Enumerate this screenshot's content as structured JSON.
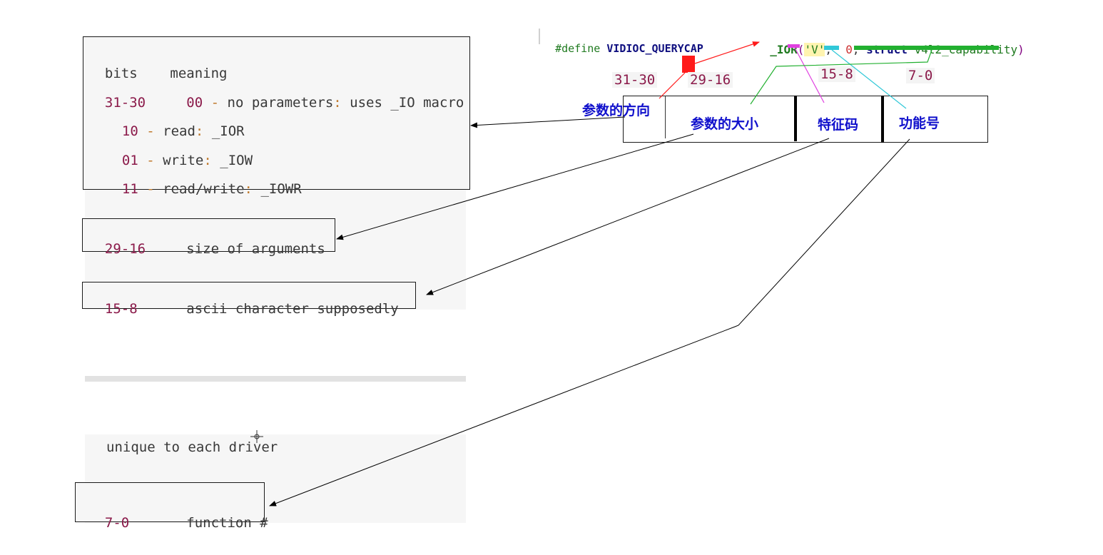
{
  "table": {
    "header_bits": "bits",
    "header_meaning": "meaning",
    "dir_bits": "31-30",
    "dir_rows": [
      {
        "code": "00",
        "label": "no parameters",
        "macro": "uses _IO macro"
      },
      {
        "code": "10",
        "label": "read",
        "macro": "_IOR"
      },
      {
        "code": "01",
        "label": "write",
        "macro": "_IOW"
      },
      {
        "code": "11",
        "label": "read/write",
        "macro": "_IOWR"
      }
    ],
    "dash": "-",
    "colon": ":",
    "size_bits": "29-16",
    "size_meaning": "size of arguments",
    "char_bits": "15-8",
    "char_meaning": "ascii character supposedly",
    "unique_note": "unique to each driver",
    "func_bits": "7-0",
    "func_meaning": "function #"
  },
  "code_line": {
    "define": "#define",
    "name": "VIDIOC_QUERYCAP",
    "macro": "_IOR",
    "open_paren": "(",
    "char_arg": "'V'",
    "comma": ",",
    "num_arg": "0",
    "struct_kw": "struct",
    "struct_name": "v4l2_capability",
    "close_paren": ")"
  },
  "bit_labels": {
    "dir": "31-30",
    "size": "29-16",
    "type": "15-8",
    "nr": "7-0"
  },
  "fields": {
    "direction": "参数的方向",
    "size": "参数的大小",
    "type": "特征码",
    "number": "功能号"
  },
  "colors": {
    "direction_marker": "#ff1a1a",
    "type_marker": "#e040e0",
    "number_marker": "#30c8d8",
    "size_marker": "#22b030",
    "char_highlight": "#fff4b0"
  }
}
